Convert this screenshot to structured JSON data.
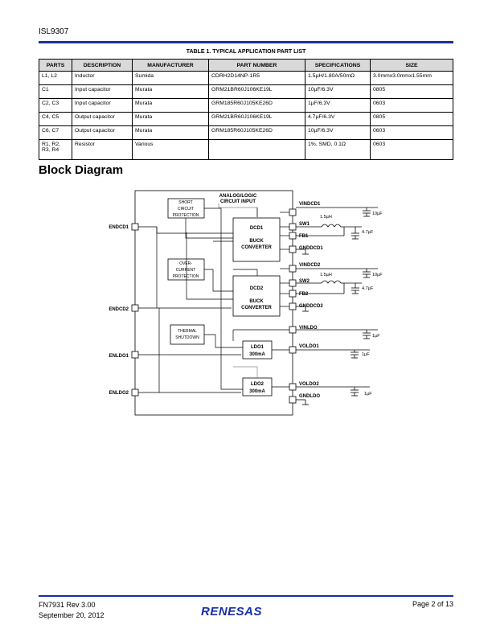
{
  "header": {
    "title": "ISL9307"
  },
  "table": {
    "caption": "TABLE 1. TYPICAL APPLICATION PART LIST",
    "columns": [
      "PARTS",
      "DESCRIPTION",
      "MANUFACTURER",
      "PART NUMBER",
      "SPECIFICATIONS",
      "SIZE"
    ],
    "rows": [
      [
        "L1, L2",
        "Inductor",
        "Sumida",
        "CDRH2D14NP-1R5",
        "1.5µH/1.80A/50mΩ",
        "3.0mmx3.0mmx1.55mm"
      ],
      [
        "C1",
        "Input capacitor",
        "Murata",
        "GRM21BR60J106KE19L",
        "10µF/6.3V",
        "0805"
      ],
      [
        "C2, C3",
        "Input capacitor",
        "Murata",
        "GRM185R60J105KE26D",
        "1µF/6.3V",
        "0603"
      ],
      [
        "C4, C5",
        "Output capacitor",
        "Murata",
        "GRM21BR60J106KE19L",
        "4.7µF/6.3V",
        "0805"
      ],
      [
        "C6, C7",
        "Output capacitor",
        "Murata",
        "GRM185R60J105KE26D",
        "10µF/6.3V",
        "0603"
      ],
      [
        "R1, R2,\nR3, R4",
        "Resistor",
        "Various",
        "",
        "1%, SMD, 0.1Ω",
        "0603"
      ]
    ]
  },
  "section_title": "Block Diagram",
  "diagram": {
    "analog_input": [
      "ANALOG/LOGIC",
      "CIRCUIT INPUT"
    ],
    "short_protection": [
      "SHORT",
      "CIRCUIT",
      "PROTECTION"
    ],
    "overcurrent": [
      "OVER-",
      "CURRENT",
      "PROTECTION"
    ],
    "thermal": [
      "THERMAL",
      "SHUTDOWN"
    ],
    "dcd1": [
      "DCD1",
      "BUCK",
      "CONVERTER"
    ],
    "dcd2": [
      "DCD2",
      "BUCK",
      "CONVERTER"
    ],
    "ldo1": [
      "LDO1",
      "300mA"
    ],
    "ldo2": [
      "LDO2",
      "300mA"
    ],
    "left_pins": [
      "ENDCD1",
      "ENDCD2",
      "ENLDO1",
      "ENLDO2"
    ],
    "right_pins": [
      "VINDCD1",
      "SW1",
      "FB1",
      "GNDDCD1",
      "VINDCD2",
      "SW2",
      "FB2",
      "GNDDCD2",
      "VINLDO",
      "VOLDO1",
      "VOLDO2",
      "GNDLDO"
    ],
    "inductor_label": "1.5µH",
    "cap_10uF": "10µF",
    "cap_4_7uF": "4.7µF",
    "cap_1uF": "1µF"
  },
  "footer": {
    "doc": "FN7931  Rev 3.00",
    "date": "September 20, 2012",
    "page": "Page 2 of 13",
    "logo": "RENESAS"
  }
}
